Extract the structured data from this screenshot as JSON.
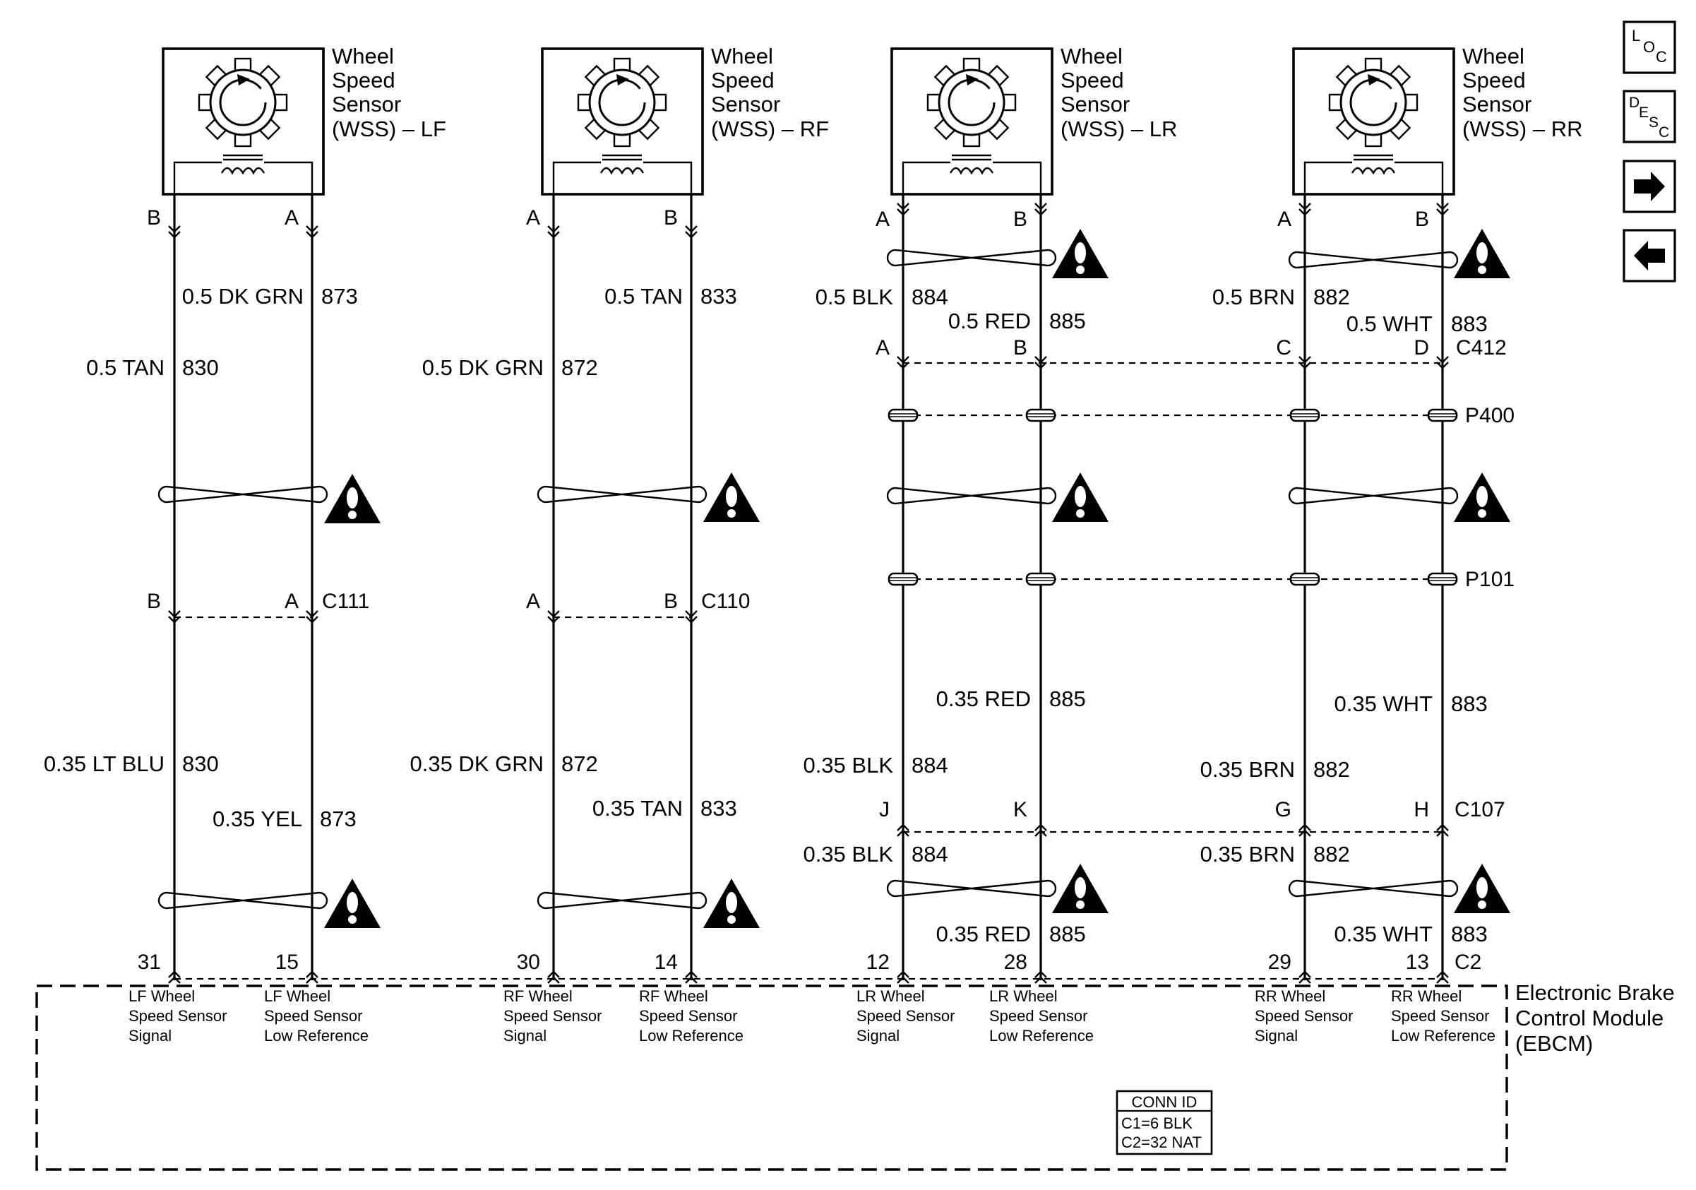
{
  "sensors": [
    {
      "line1": "Wheel",
      "line2": "Speed",
      "line3": "Sensor",
      "line4": "(WSS) – LF"
    },
    {
      "line1": "Wheel",
      "line2": "Speed",
      "line3": "Sensor",
      "line4": "(WSS) – RF"
    },
    {
      "line1": "Wheel",
      "line2": "Speed",
      "line3": "Sensor",
      "line4": "(WSS) – LR"
    },
    {
      "line1": "Wheel",
      "line2": "Speed",
      "line3": "Sensor",
      "line4": "(WSS) – RR"
    }
  ],
  "sensor_pins": {
    "lf": [
      "B",
      "A"
    ],
    "rf": [
      "A",
      "B"
    ],
    "lr": [
      "A",
      "B"
    ],
    "rr": [
      "A",
      "B"
    ]
  },
  "upper_wires": {
    "lf_a": {
      "gauge": "0.5 DK GRN",
      "circuit": "873"
    },
    "lf_b": {
      "gauge": "0.5 TAN",
      "circuit": "830"
    },
    "rf_b": {
      "gauge": "0.5 TAN",
      "circuit": "833"
    },
    "rf_a": {
      "gauge": "0.5 DK GRN",
      "circuit": "872"
    },
    "lr_a": {
      "gauge": "0.5 BLK",
      "circuit": "884"
    },
    "lr_b": {
      "gauge": "0.5 RED",
      "circuit": "885"
    },
    "rr_a": {
      "gauge": "0.5 BRN",
      "circuit": "882"
    },
    "rr_b": {
      "gauge": "0.5 WHT",
      "circuit": "883"
    }
  },
  "c412": {
    "pins": [
      "A",
      "B",
      "C",
      "D"
    ],
    "name": "C412"
  },
  "p400": "P400",
  "p101": "P101",
  "c111": {
    "pins": [
      "B",
      "A"
    ],
    "name": "C111"
  },
  "c110": {
    "pins": [
      "A",
      "B"
    ],
    "name": "C110"
  },
  "mid_wires": {
    "lf_b": {
      "gauge": "0.35 LT BLU",
      "circuit": "830"
    },
    "lf_a": {
      "gauge": "0.35 YEL",
      "circuit": "873"
    },
    "rf_a": {
      "gauge": "0.35 DK GRN",
      "circuit": "872"
    },
    "rf_b": {
      "gauge": "0.35 TAN",
      "circuit": "833"
    },
    "lr_b": {
      "gauge": "0.35 RED",
      "circuit": "885"
    },
    "lr_a": {
      "gauge": "0.35 BLK",
      "circuit": "884"
    },
    "rr_b": {
      "gauge": "0.35 WHT",
      "circuit": "883"
    },
    "rr_a": {
      "gauge": "0.35 BRN",
      "circuit": "882"
    }
  },
  "c107": {
    "pins": [
      "J",
      "K",
      "G",
      "H"
    ],
    "name": "C107"
  },
  "lower_wires": {
    "lr_a": {
      "gauge": "0.35 BLK",
      "circuit": "884"
    },
    "rr_a": {
      "gauge": "0.35 BRN",
      "circuit": "882"
    },
    "lr_b": {
      "gauge": "0.35 RED",
      "circuit": "885"
    },
    "rr_b": {
      "gauge": "0.35 WHT",
      "circuit": "883"
    }
  },
  "c2": {
    "pins": [
      "31",
      "15",
      "30",
      "14",
      "12",
      "28",
      "29",
      "13"
    ],
    "name": "C2"
  },
  "ebcm": {
    "line1": "Electronic Brake",
    "line2": "Control Module",
    "line3": "(EBCM)",
    "terminals": [
      [
        "LF Wheel",
        "Speed Sensor",
        "Signal"
      ],
      [
        "LF Wheel",
        "Speed Sensor",
        "Low Reference"
      ],
      [
        "RF Wheel",
        "Speed Sensor",
        "Signal"
      ],
      [
        "RF Wheel",
        "Speed Sensor",
        "Low Reference"
      ],
      [
        "LR Wheel",
        "Speed Sensor",
        "Signal"
      ],
      [
        "LR Wheel",
        "Speed Sensor",
        "Low Reference"
      ],
      [
        "RR Wheel",
        "Speed Sensor",
        "Signal"
      ],
      [
        "RR Wheel",
        "Speed Sensor",
        "Low Reference"
      ]
    ]
  },
  "conn_id": {
    "title": "CONN ID",
    "line1": "C1=6 BLK",
    "line2": "C2=32 NAT"
  },
  "nav": {
    "loc": {
      "l": "L",
      "o": "O",
      "c": "C"
    },
    "desc": {
      "d": "D",
      "e": "E",
      "s": "S",
      "c": "C"
    },
    "next_icon": "arrow-right-icon",
    "prev_icon": "arrow-left-icon"
  }
}
